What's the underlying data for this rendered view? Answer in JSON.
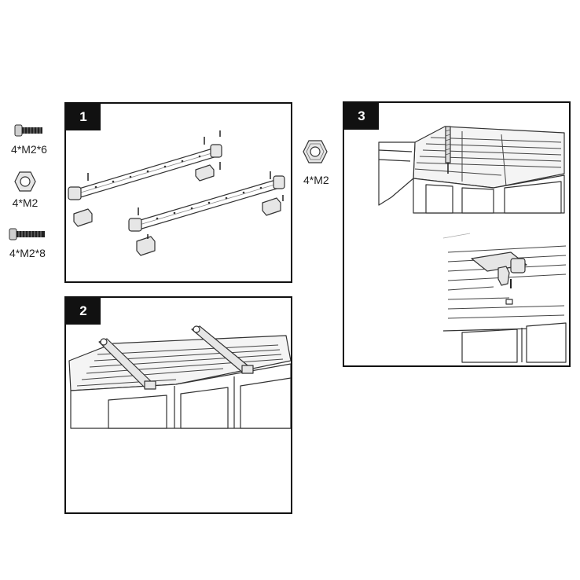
{
  "parts": [
    {
      "icon": "bolt-m2x6-icon",
      "label": "4*M2*6"
    },
    {
      "icon": "nut-m2-icon",
      "label": "4*M2"
    },
    {
      "icon": "bolt-m2x8-icon",
      "label": "4*M2*8"
    },
    {
      "icon": "nut-m2-icon",
      "label": "4*M2"
    }
  ],
  "steps": [
    {
      "number": "1"
    },
    {
      "number": "2"
    },
    {
      "number": "3"
    }
  ],
  "colors": {
    "frame": "#111111",
    "line": "#333333",
    "part_fill": "#e6e6e6"
  }
}
